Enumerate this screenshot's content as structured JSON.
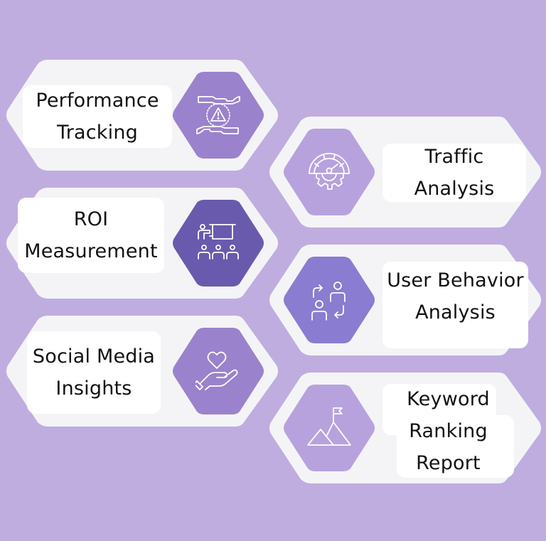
{
  "colors": {
    "background": "#BFADE0",
    "card": "#F4F4F7",
    "label_bg": "#FFFFFF",
    "text": "#111111",
    "icon_stroke": "#FFFFFF"
  },
  "items": [
    {
      "id": "performance-tracking",
      "line1": "Performance",
      "line2": "Tracking",
      "icon": "hands-protect-warning-icon",
      "icon_color": "#9B82CC",
      "side": "left"
    },
    {
      "id": "traffic-analysis",
      "line1": "Traffic",
      "line2": "Analysis",
      "icon": "gauge-gear-icon",
      "icon_color": "#B7A2DE",
      "side": "right"
    },
    {
      "id": "roi-measurement",
      "line1": "ROI",
      "line2": "Measurement",
      "icon": "presentation-audience-icon",
      "icon_color": "#6A5AAE",
      "side": "left"
    },
    {
      "id": "user-behavior-analysis",
      "line1": "User Behavior",
      "line2": "Analysis",
      "icon": "users-exchange-icon",
      "icon_color": "#8A7CD0",
      "side": "right"
    },
    {
      "id": "social-media-insights",
      "line1": "Social Media",
      "line2": "Insights",
      "icon": "heart-in-hand-icon",
      "icon_color": "#9B82CC",
      "side": "left"
    },
    {
      "id": "keyword-ranking-report",
      "line1": "Keyword",
      "line2": "Ranking",
      "line3": "Report",
      "icon": "mountain-flag-icon",
      "icon_color": "#B7A2DE",
      "side": "right"
    }
  ]
}
